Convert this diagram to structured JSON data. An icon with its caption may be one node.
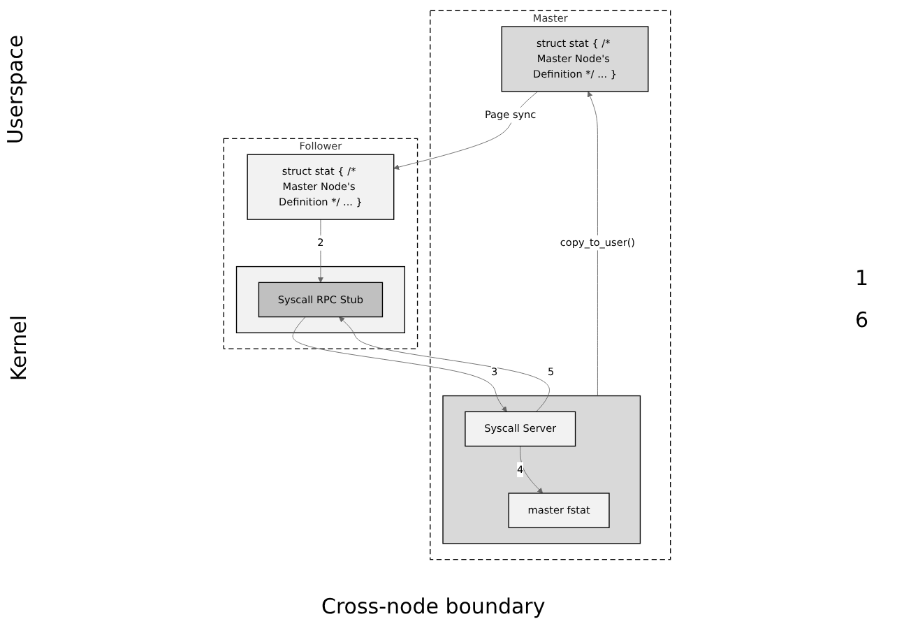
{
  "diagram": {
    "nodes": [
      {
        "text": [
          "Master"
        ]
      },
      {
        "text": [
          "struct stat { /* Master Node's Definition */ ... }"
        ],
        "in": 0
      },
      {
        "text": [],
        "shape": "box",
        "in": 0
      },
      {
        "text": [
          "master fstat"
        ],
        "in": 2
      },
      {
        "text": [
          "Syscall Server"
        ],
        "in": 2
      },
      {
        "text": [
          "Follower"
        ]
      },
      {
        "text": [
          "struct stat { /* Master Node's Definition */ ... }"
        ],
        "in": 5
      },
      {
        "text": [],
        "shape": "box",
        "in": 5
      },
      {
        "text": [
          "Syscall RPC Stub"
        ],
        "in": 7
      }
    ],
    "edges": [
      {
        "from": 2,
        "to": 1,
        "arrow": "to",
        "label": "copy_to_user()"
      },
      {
        "from": 1,
        "to": 6,
        "arrow": "to",
        "label": "Page sync"
      },
      {
        "from": 6,
        "to": 8,
        "arrow": "to",
        "label": "2"
      },
      {
        "from": 8,
        "to": 4,
        "arrow": "to",
        "label": "3"
      },
      {
        "from": 4,
        "to": 3,
        "arrow": "to",
        "label": "4"
      },
      {
        "from": 4,
        "to": 8,
        "arrow": "to",
        "label": "5"
      }
    ],
    "labels": [
      "Userspace",
      "Kernel",
      "1",
      "6",
      "Cross-node boundary"
    ]
  }
}
